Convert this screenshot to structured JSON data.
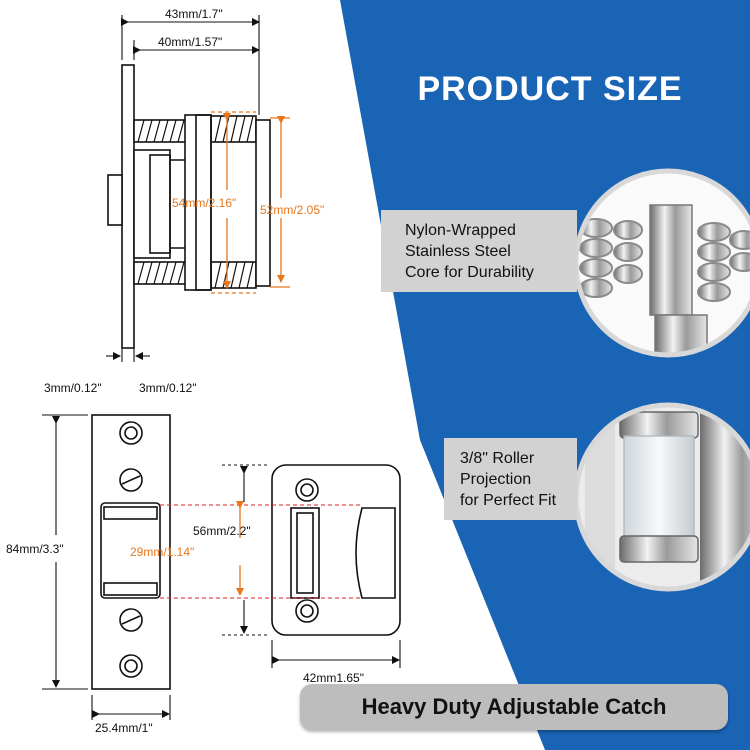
{
  "title": "PRODUCT SIZE",
  "callouts": {
    "nylon": [
      "Nylon-Wrapped",
      "Stainless Steel",
      "Core for Durability"
    ],
    "roller": [
      "3/8\" Roller",
      "Projection",
      "for Perfect Fit"
    ]
  },
  "dimensions": {
    "top_overall": "43mm/1.7\"",
    "top_inner": "40mm/1.57\"",
    "housing_height": "54mm/2.16\"",
    "roller_height": "52mm/2.05\"",
    "plate_left": "3mm/0.12\"",
    "plate_right": "3mm/0.12\"",
    "plate_height": "84mm/3.3\"",
    "roller_opening": "29mm/1.14\"",
    "strike_height": "56mm/2.2\"",
    "strike_width": "42mm1.65\"",
    "plate_width": "25.4mm/1\""
  },
  "banner": "Heavy Duty Adjustable  Catch",
  "colors": {
    "blue": "#1a64b6",
    "orange": "#e8761a",
    "red_dash": "#d62020",
    "callout_bg": "#d2d2d2"
  }
}
